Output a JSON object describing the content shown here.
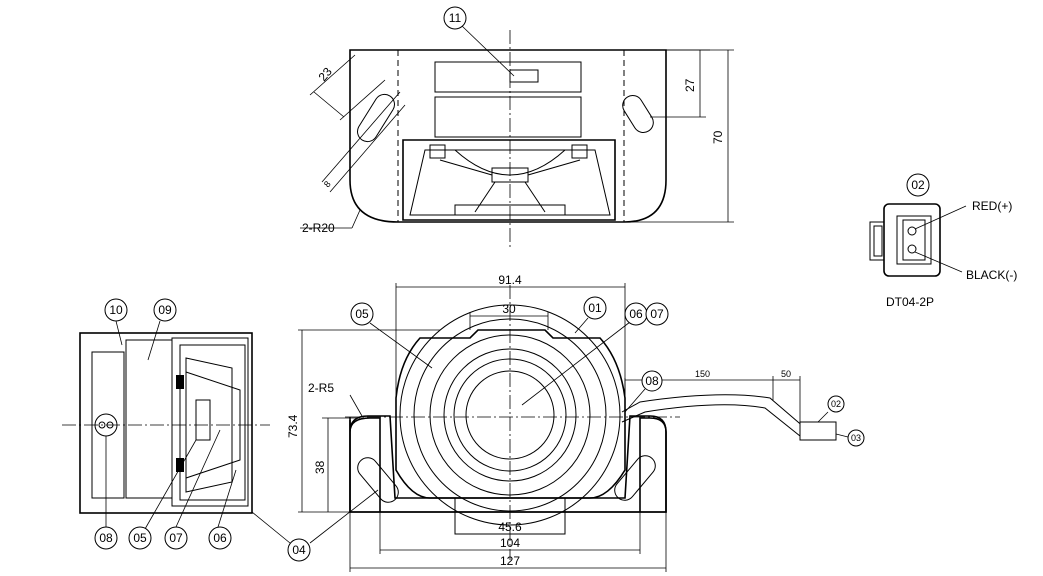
{
  "dims": {
    "top_r20": "2-R20",
    "top_23": "23",
    "top_8": "8",
    "top_27": "27",
    "top_70": "70",
    "front_914": "91.4",
    "front_30": "30",
    "front_734": "73.4",
    "front_38": "38",
    "front_r5": "2-R5",
    "front_456": "45.6",
    "front_104": "104",
    "front_127": "127",
    "cable_150": "150",
    "cable_50": "50"
  },
  "balloons": {
    "b01": "01",
    "b02": "02",
    "b03": "03",
    "b04": "04",
    "b05": "05",
    "b06": "06",
    "b07": "07",
    "b08": "08",
    "b09": "09",
    "b10": "10",
    "b11": "11",
    "b0607": "06",
    "b0607b": "07"
  },
  "connector": {
    "balloon": "02",
    "red_label": "RED(+)",
    "black_label": "BLACK(-)",
    "model": "DT04-2P"
  }
}
